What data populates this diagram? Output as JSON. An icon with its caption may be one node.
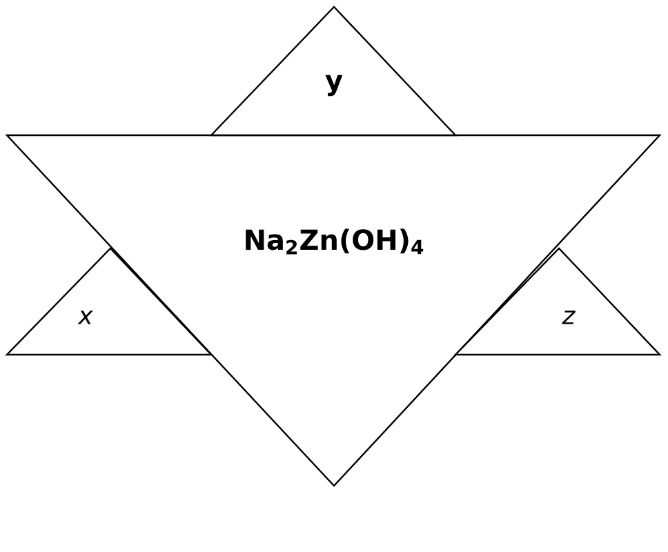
{
  "diagram": {
    "nodes": [
      {
        "text": [
          "Na$_{2}$Zn(OH)$_{4}$"
        ]
      },
      {
        "text": [
          "y"
        ]
      },
      {
        "text": [
          "x"
        ]
      },
      {
        "text": [
          "z"
        ]
      }
    ]
  }
}
